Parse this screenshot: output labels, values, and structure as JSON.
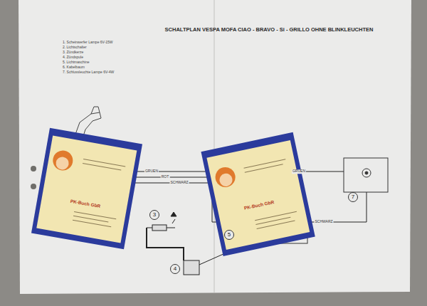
{
  "diagram": {
    "title": "SCHALTPLAN VESPA MOFA CIAO - BRAVO - Si - GRILLO OHNE BLINKLEUCHTEN",
    "nodes": [
      {
        "text": [
          "3"
        ]
      },
      {
        "text": [
          "4"
        ]
      },
      {
        "text": [
          "5"
        ]
      },
      {
        "text": [
          "7"
        ]
      }
    ],
    "labels": [
      "1. Scheinwerfer Lampe 6V-15W",
      "2. Lichtschalter",
      "3. Zündkerze",
      "4. Zündspule",
      "5. Lichtmaschine",
      "6. Kabelbaum",
      "7. Schlussleuchte Lampe 6V-4W",
      "GRUEN",
      "ROT",
      "SCHWARZ",
      "GRUEN",
      "SCHWARZ",
      "PK-Buch GbR",
      "PK-Buch GbR"
    ]
  }
}
